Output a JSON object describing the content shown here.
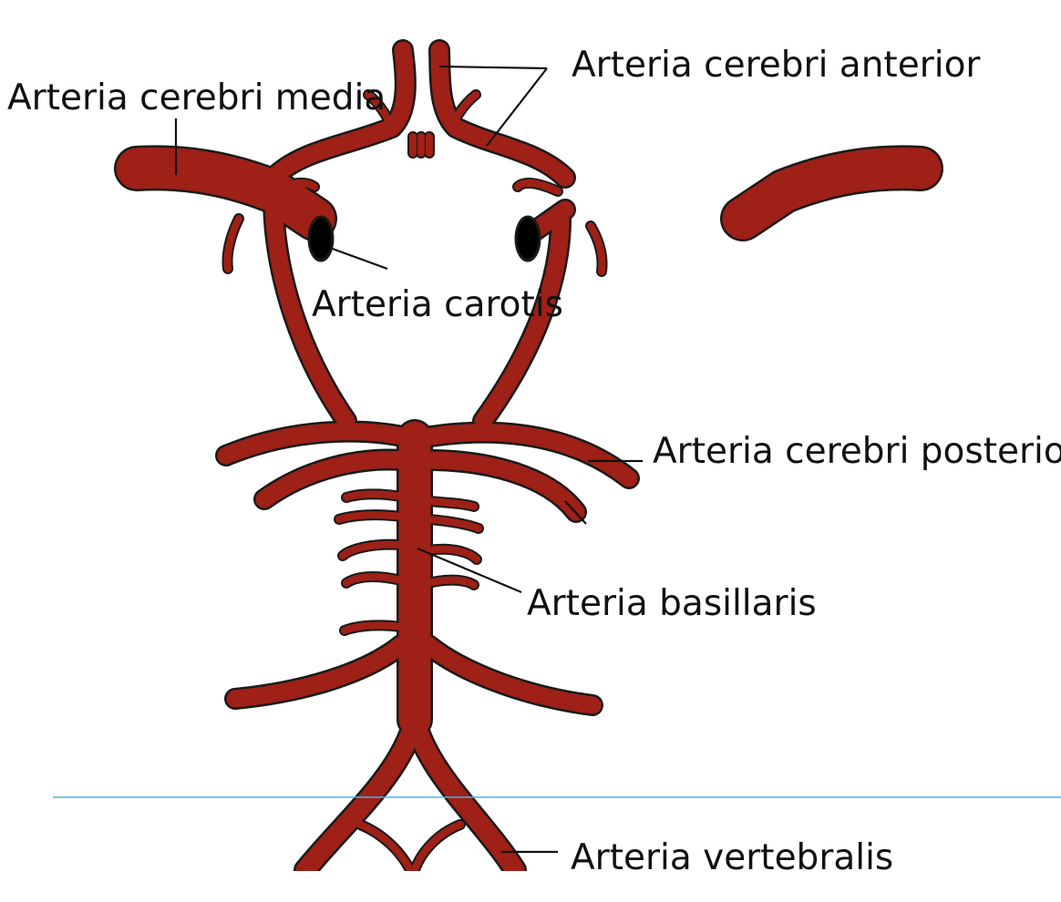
{
  "colors": {
    "vessel": "#9e2016",
    "outline": "#1a1a1a",
    "divider": "#4fb3e8",
    "text": "#111111"
  },
  "labels": {
    "media": "Arteria cerebri media",
    "anterior": "Arteria cerebri anterior",
    "carotis": "Arteria carotis",
    "posterior": "Arteria cerebri posterior",
    "basillaris": "Arteria basillaris",
    "vertebralis": "Arteria vertebralis"
  }
}
